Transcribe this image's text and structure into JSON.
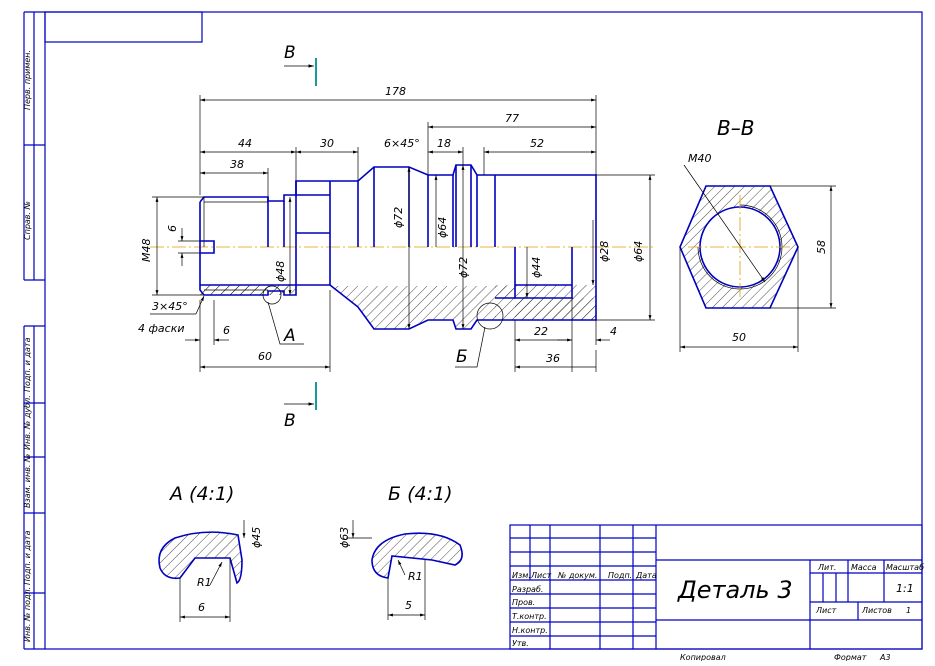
{
  "frame_labels": [
    "Перв. примен.",
    "Справ. №",
    "Подп. и дата",
    "Инв. № дубл.",
    "Взам. инв. №",
    "Подп. и дата",
    "Инв. № подл."
  ],
  "section": {
    "letter": "В",
    "title": "В–В"
  },
  "callouts": {
    "a": "А",
    "b": "Б"
  },
  "dims": {
    "d178": "178",
    "d77": "77",
    "d44": "44",
    "d30": "30",
    "d6x45": "6×45°",
    "d18": "18",
    "d52": "52",
    "d38": "38",
    "d6": "6",
    "m48": "М48",
    "dia48": "ϕ48",
    "dia72a": "ϕ72",
    "dia64a": "ϕ64",
    "dia72b": "ϕ72",
    "dia44": "ϕ44",
    "dia28": "ϕ28",
    "dia64b": "ϕ64",
    "ch3x45": "3×45°",
    "fac4": "4 фаски",
    "d6b": "6",
    "d60": "60",
    "d22": "22",
    "d4": "4",
    "d36": "36",
    "m40": "М40",
    "d58": "58",
    "d50": "50",
    "detA_title": "А (4:1)",
    "detB_title": "Б (4:1)",
    "dia45": "ϕ45",
    "dia63": "ϕ63",
    "r1a": "R1",
    "r1b": "R1",
    "d6c": "6",
    "d5": "5"
  },
  "title_block": {
    "name": "Деталь 3",
    "col_headers": [
      "Изм.",
      "Лист",
      "№ докум.",
      "Подп.",
      "Дата"
    ],
    "roles": [
      "Разраб.",
      "Пров.",
      "Т.контр.",
      "Н.контр.",
      "Утв."
    ],
    "lit": "Лит.",
    "mass": "Масса",
    "scale": "Масштаб",
    "scale_value": "1:1",
    "sheet": "Лист",
    "sheets": "Листов",
    "sheets_value": "1",
    "copied": "Копировал",
    "format": "Формат",
    "format_value": "А3"
  }
}
